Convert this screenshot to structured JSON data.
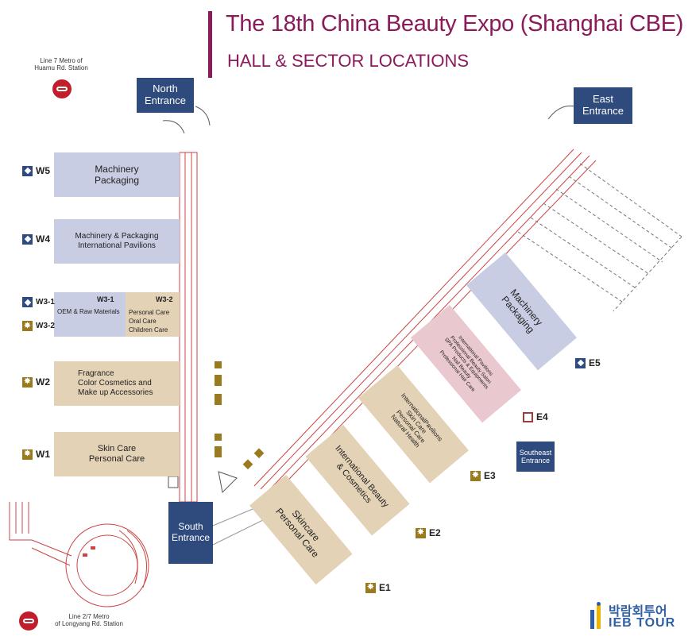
{
  "header": {
    "title": "The 18th China Beauty Expo (Shanghai CBE)",
    "subtitle": "HALL & SECTOR LOCATIONS"
  },
  "metro": {
    "top": "Line 7 Metro of\nHuamu Rd. Station",
    "bottom": "Line 2/7 Metro\nof Longyang Rd. Station"
  },
  "entrances": {
    "north": "North\nEntrance",
    "east": "East\nEntrance",
    "south": "South\nEntrance",
    "southeast": "Southeast\nEntrance"
  },
  "west_halls": {
    "w5": {
      "label": "W5",
      "text": "Machinery\nPackaging",
      "icon": "diamond-icon"
    },
    "w4": {
      "label": "W4",
      "text": "Machinery & Packaging\nInternational Pavilions",
      "icon": "diamond-icon"
    },
    "w3_1": {
      "label": "W3-1",
      "code": "W3-1",
      "text": "OEM & Raw Materials",
      "icon": "diamond-icon"
    },
    "w3_2": {
      "label": "W3-2",
      "code": "W3-2",
      "text": "Personal Care\nOral Care\nChildren Care",
      "icon": "star-icon"
    },
    "w2": {
      "label": "W2",
      "text": "Fragrance\nColor Cosmetics and\nMake up Accessories",
      "icon": "star-icon"
    },
    "w1": {
      "label": "W1",
      "text": "Skin Care\nPersonal Care",
      "icon": "star-icon"
    }
  },
  "east_halls": {
    "e1": {
      "label": "E1",
      "text": "Skincare\nPersonal Care",
      "icon": "star-icon"
    },
    "e2": {
      "label": "E2",
      "text": "International Beauty\n& Cosmetics",
      "icon": "star-icon"
    },
    "e3": {
      "label": "E3",
      "text": "InternationalPavilions\nSkin Care\nPersonal Care\nNatural Health",
      "icon": "star-icon"
    },
    "e4": {
      "label": "E4",
      "text": "International Pavilions\nProfessional Beauty Salon\nSPA Products & Equipments\nNail Beauty\nProfessional Hair Care",
      "icon": "square-ring-icon"
    },
    "e5": {
      "label": "E5",
      "text": "Machinery\nPackaging",
      "icon": "diamond-icon"
    }
  },
  "logo": {
    "korean": "박람회투어",
    "english": "IEB TOUR"
  },
  "colors": {
    "title": "#8b1a5a",
    "entrance": "#2f4a7d",
    "hall_purple": "#c9cde3",
    "hall_tan": "#e3d2b6",
    "hall_pink": "#e9c8cf",
    "marker_gold": "#9a7a1e",
    "metro_red": "#c21d2b"
  }
}
